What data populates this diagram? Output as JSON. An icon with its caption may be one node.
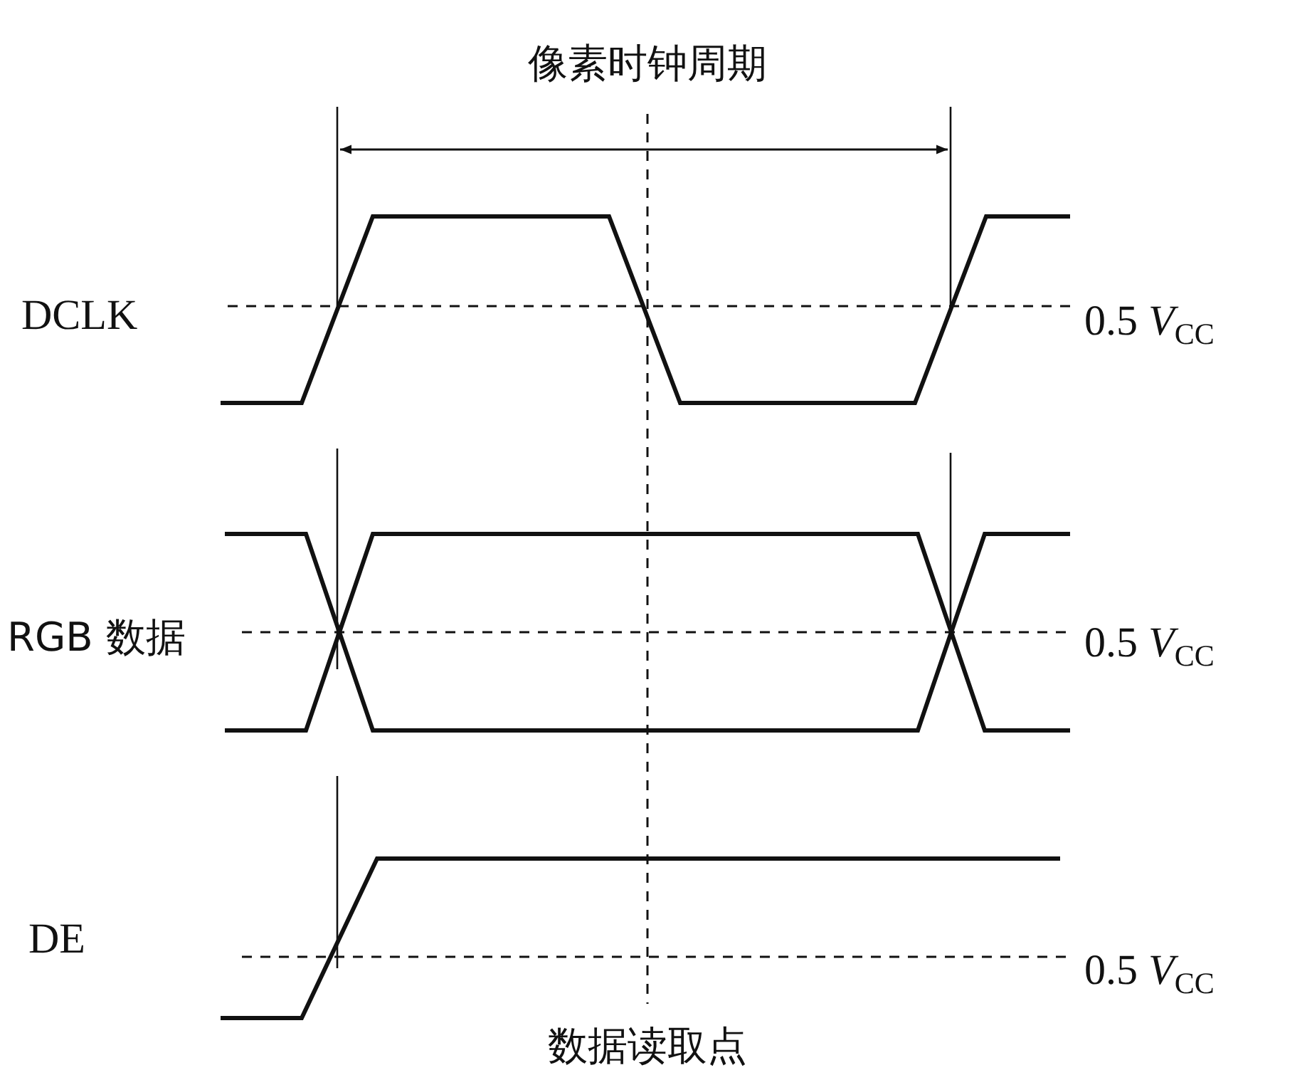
{
  "diagram": {
    "labels": [
      "像素时钟周期",
      "DCLK",
      "0.5 *V*$_{CC}$",
      "RGB 数据",
      "0.5 *V*$_{CC}$",
      "DE",
      "0.5 *V*$_{CC}$",
      "数据读取点"
    ]
  }
}
